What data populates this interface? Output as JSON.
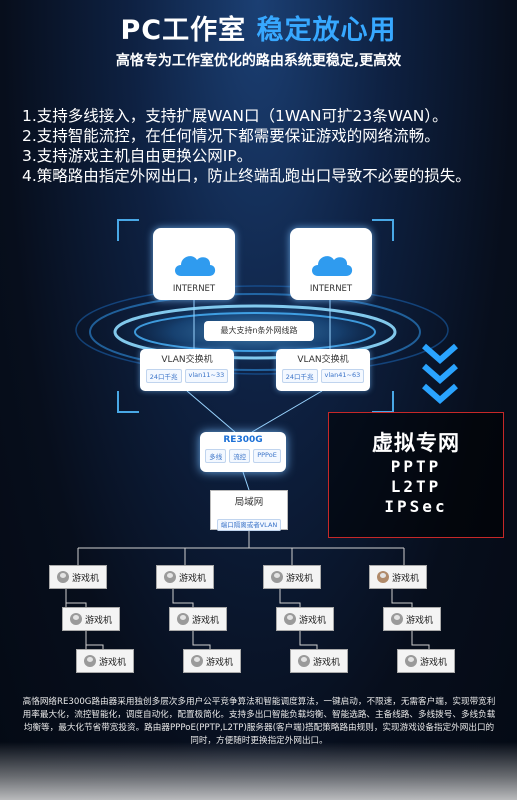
{
  "header": {
    "title_main": "PC工作室",
    "title_highlight": "稳定放心用",
    "subtitle": "高恪专为工作室优化的路由系统更稳定,更高效"
  },
  "features": [
    "1.支持多线接入，支持扩展WAN口（1WAN可扩23条WAN）。",
    "2.支持智能流控，在任何情况下都需要保证游戏的网络流畅。",
    "3.支持游戏主机自由更换公网IP。",
    "4.策略路由指定外网出口，防止终端乱跑出口导致不必要的损失。"
  ],
  "diagram": {
    "internet_label": "INTERNET",
    "max_lines": "最大支持n条外网线路",
    "vlan_switches": [
      {
        "title": "VLAN交换机",
        "port": "24口千兆",
        "range": "vlan11~33"
      },
      {
        "title": "VLAN交换机",
        "port": "24口千兆",
        "range": "vlan41~63"
      }
    ],
    "router": {
      "model": "RE300G",
      "tags": [
        "多线",
        "流控",
        "PPPoE"
      ]
    },
    "lan": {
      "title": "局域网",
      "note": "端口隔离或者VLAN"
    },
    "pc_label": "游戏机",
    "accent_color": "#37a8ff"
  },
  "vpn": {
    "title": "虚拟专网",
    "protocols": [
      "PPTP",
      "L2TP",
      "IPSec"
    ],
    "border_color": "#c62828"
  },
  "footer": {
    "text": "高恪网络RE300G路由器采用独创多层次多用户公平竞争算法和智能调度算法，一键启动，不限速，无需客户端，实现带宽利用率最大化，流控智能化，调度自动化，配置极简化。支持多出口智能负载均衡、智能选路、主备线路、多线拨号、多线负载均衡等，最大化节省带宽投资。路由器PPPoE(PPTP,L2TP)服务器(客户端)搭配策略路由规则，实现游戏设备指定外网出口的同时，方便随时更换指定外网出口。"
  }
}
